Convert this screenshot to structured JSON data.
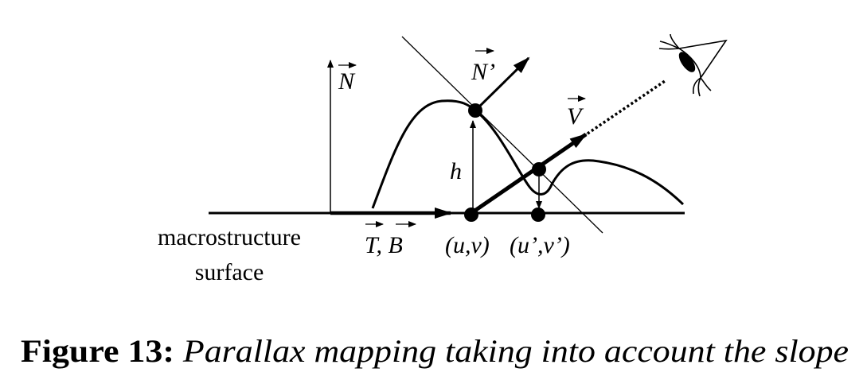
{
  "figure": {
    "labels": {
      "normal": "N",
      "perturbed_normal": "N’",
      "view": "V",
      "height": "h",
      "tangent_bitangent": "T, B",
      "uv": "(u,v)",
      "uv_prime": "(u’,v’)",
      "surface_line1": "macrostructure",
      "surface_line2": "surface"
    },
    "icons": [
      "eye-icon"
    ]
  },
  "caption": {
    "prefix": "Figure 13:",
    "text": "Parallax mapping taking into account the slope"
  }
}
